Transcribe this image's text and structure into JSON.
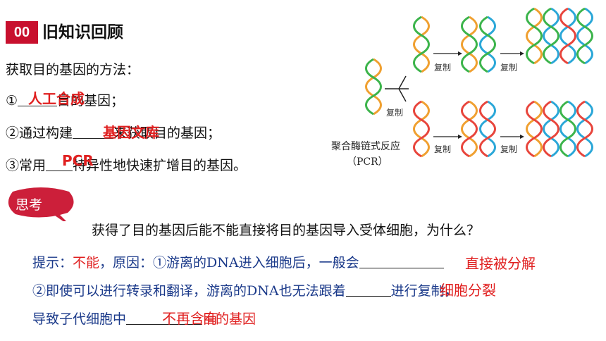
{
  "header": {
    "badge": "00",
    "title": "旧知识回顾"
  },
  "methods": {
    "heading": "获取目的基因的方法：",
    "item1": {
      "prefix": "①",
      "suffix": "目的基因；",
      "answer": "人工合成"
    },
    "item2": {
      "prefix": "②通过构建",
      "suffix": "来获取目的基因；",
      "answer": "基因文库"
    },
    "item3": {
      "prefix": "③常用",
      "suffix": "特异性地快速扩增目的基因。",
      "answer": "PCR"
    }
  },
  "figure": {
    "label_line1": "聚合酶链式反应",
    "label_line2": "（PCR）",
    "step_label": "复制",
    "colors": {
      "orange": "#f0a030",
      "green": "#3cb44b",
      "red": "#e8453c",
      "blue": "#2aa7d8"
    }
  },
  "think": {
    "label": "思考",
    "question": "获得了目的基因后能不能直接将目的基因导入受体细胞，为什么？"
  },
  "hint": {
    "line1_a": "提示：",
    "line1_red": "不能",
    "line1_b": "，原因：①游离的DNA进入细胞后，一般会",
    "line1_answer": "直接被分解",
    "line2_a": "②即使可以进行转录和翻译，游离的DNA也无法跟着",
    "line2_answer": "细胞分裂",
    "line2_b": "进行复制，",
    "line3_a": "导致子代细胞中",
    "line3_answer": "不再含有",
    "line3_b": "目的基因"
  }
}
